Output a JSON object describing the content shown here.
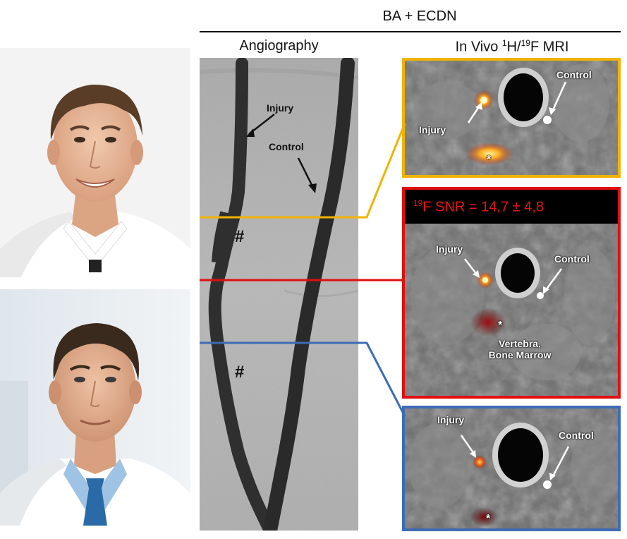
{
  "header": {
    "title": "BA + ECDN",
    "angio_label": "Angiography",
    "mri_label_prefix": "In Vivo ",
    "mri_label_sup1": "1",
    "mri_label_mid": "H/",
    "mri_label_sup2": "19",
    "mri_label_suffix": "F MRI"
  },
  "angiography": {
    "injury_label": "Injury",
    "control_label": "Control",
    "hash_top": "#",
    "hash_bottom": "#"
  },
  "mri_panels": {
    "top": {
      "injury": "Injury",
      "control": "Control",
      "asterisk": "*"
    },
    "middle": {
      "snr_sup": "19",
      "snr_text": "F SNR = 14,7 ± 4,8",
      "injury": "Injury",
      "control": "Control",
      "asterisk": "*",
      "vertebra_line1": "Vertebra,",
      "vertebra_line2": "Bone Marrow"
    },
    "bottom": {
      "injury": "Injury",
      "control": "Control",
      "asterisk": "*"
    }
  },
  "colors": {
    "yellow_frame": "#f0b400",
    "red_frame": "#e01010",
    "blue_frame": "#3f6bb5",
    "snr_text": "#e51414"
  }
}
